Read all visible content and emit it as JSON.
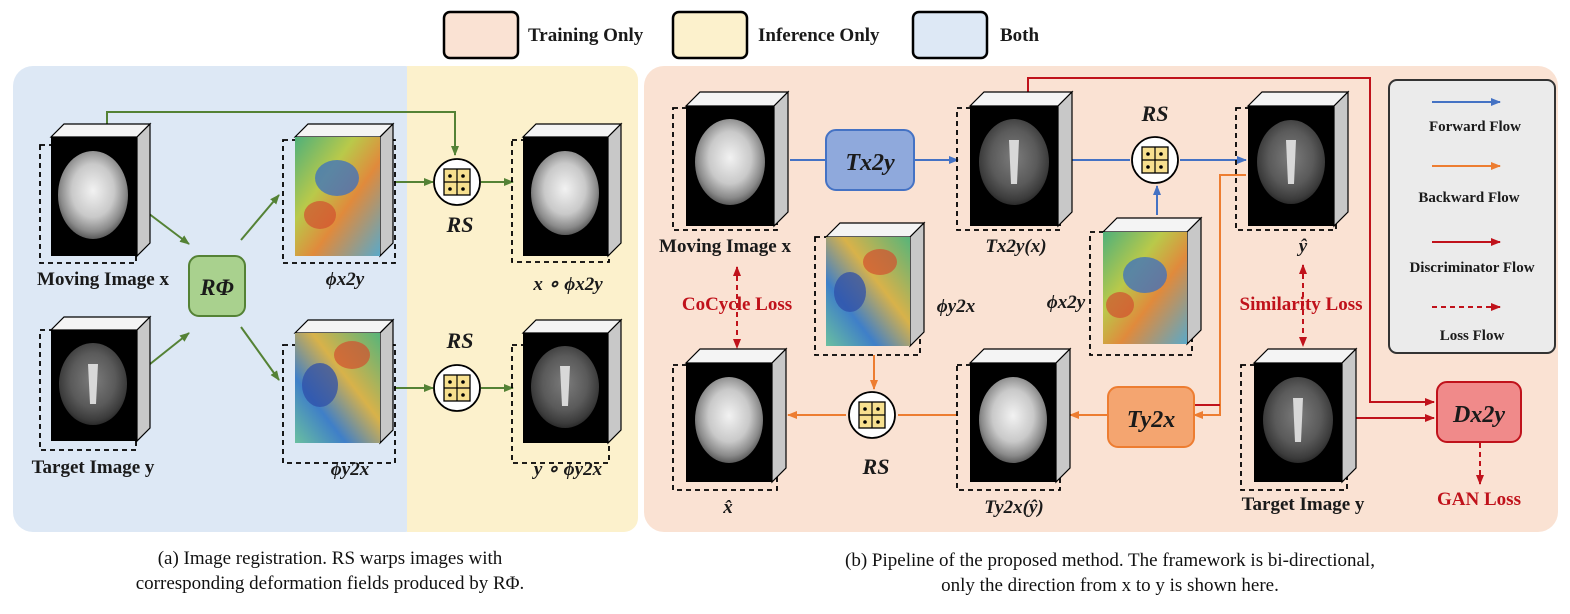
{
  "legend": {
    "training_only": "Training Only",
    "inference_only": "Inference Only",
    "both": "Both",
    "colors": {
      "training": "#fae2d3",
      "inference": "#fcf1cc",
      "both": "#dde8f5"
    }
  },
  "panel_a": {
    "moving_image": "Moving Image x",
    "target_image": "Target Image y",
    "registration_net": "RΦ",
    "field_x2y": "ϕx2y",
    "field_y2x": "ϕy2x",
    "warper_top": "RS",
    "warper_bottom": "RS",
    "warped_x": "x ∘ ϕx2y",
    "warped_y": "y ∘ ϕy2x"
  },
  "panel_b": {
    "moving_image": "Moving Image x",
    "t_x2y": "Tx2y",
    "t_x2y_out": "Tx2y(x)",
    "warper_top": "RS",
    "y_hat": "ŷ",
    "field_y2x": "ϕy2x",
    "field_x2y": "ϕx2y",
    "cocycle_loss": "CoCycle Loss",
    "similarity_loss": "Similarity Loss",
    "x_hat": "x̂",
    "warper_bottom": "RS",
    "t_y2x": "Ty2x",
    "t_y2x_out": "Ty2x(ŷ)",
    "target_image": "Target Image y",
    "discriminator": "Dx2y",
    "gan_loss": "GAN Loss",
    "flow_legend": {
      "forward": "Forward Flow",
      "backward": "Backward Flow",
      "discriminator": "Discriminator Flow",
      "loss": "Loss Flow"
    },
    "colors": {
      "forward": "#4472c4",
      "backward": "#ed7d31",
      "discriminator": "#c0121b",
      "registration": "#548235"
    }
  },
  "captions": {
    "a_line1": "(a) Image registration. RS warps images with",
    "a_line2": "corresponding deformation fields produced by RΦ.",
    "b_line1": "(b) Pipeline of  the proposed method. The framework is bi-directional,",
    "b_line2": "only the direction from x to y is shown here."
  }
}
